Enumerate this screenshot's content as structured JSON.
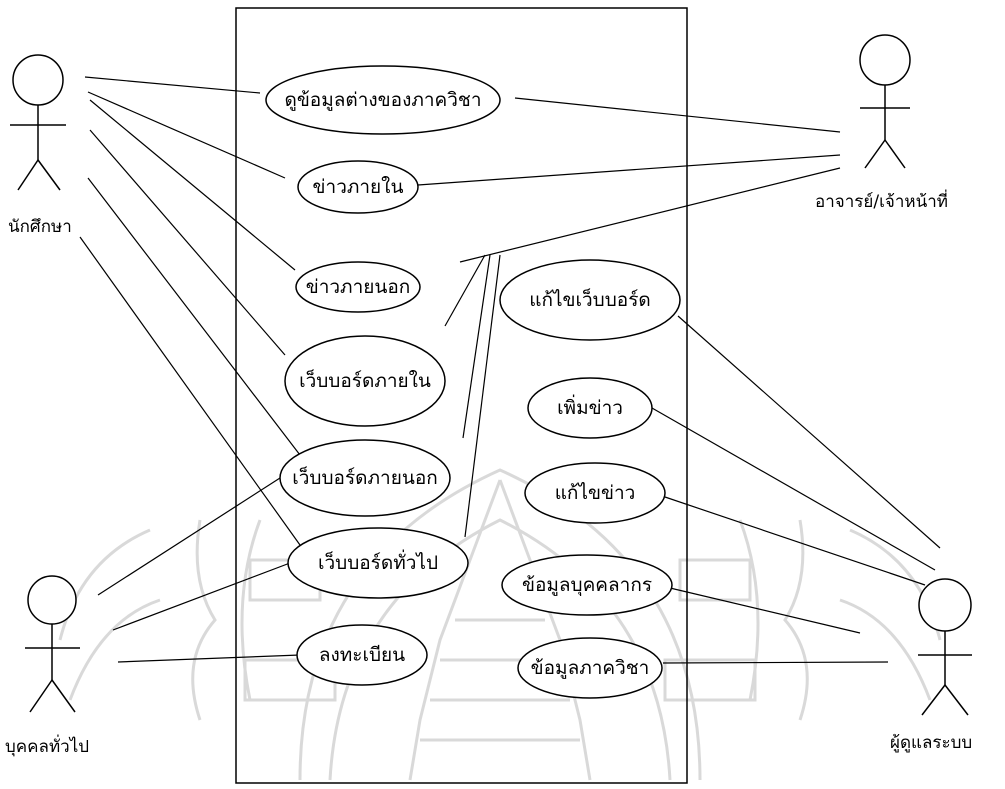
{
  "actors": {
    "student": "นักศึกษา",
    "staff": "อาจารย์/เจ้าหน้าที่",
    "public": "บุคคลทั่วไป",
    "admin": "ผู้ดูแลระบบ"
  },
  "use_cases": {
    "dept_info": "ดูข้อมูลต่างของภาควิชา",
    "internal_news": "ข่าวภายใน",
    "external_news": "ข่าวภายนอก",
    "internal_board": "เว็บบอร์ดภายใน",
    "external_board": "เว็บบอร์ดภายนอก",
    "general_board": "เว็บบอร์ดทั่วไป",
    "register": "ลงทะเบียน",
    "edit_board": "แก้ไขเว็บบอร์ด",
    "add_news": "เพิ่มข่าว",
    "edit_news": "แก้ไขข่าว",
    "staff_info": "ข้อมูลบุคคลากร",
    "course_info": "ข้อมูลภาควิชา"
  },
  "colors": {
    "ink": "#000000",
    "watermark": "#d9d9d9"
  }
}
